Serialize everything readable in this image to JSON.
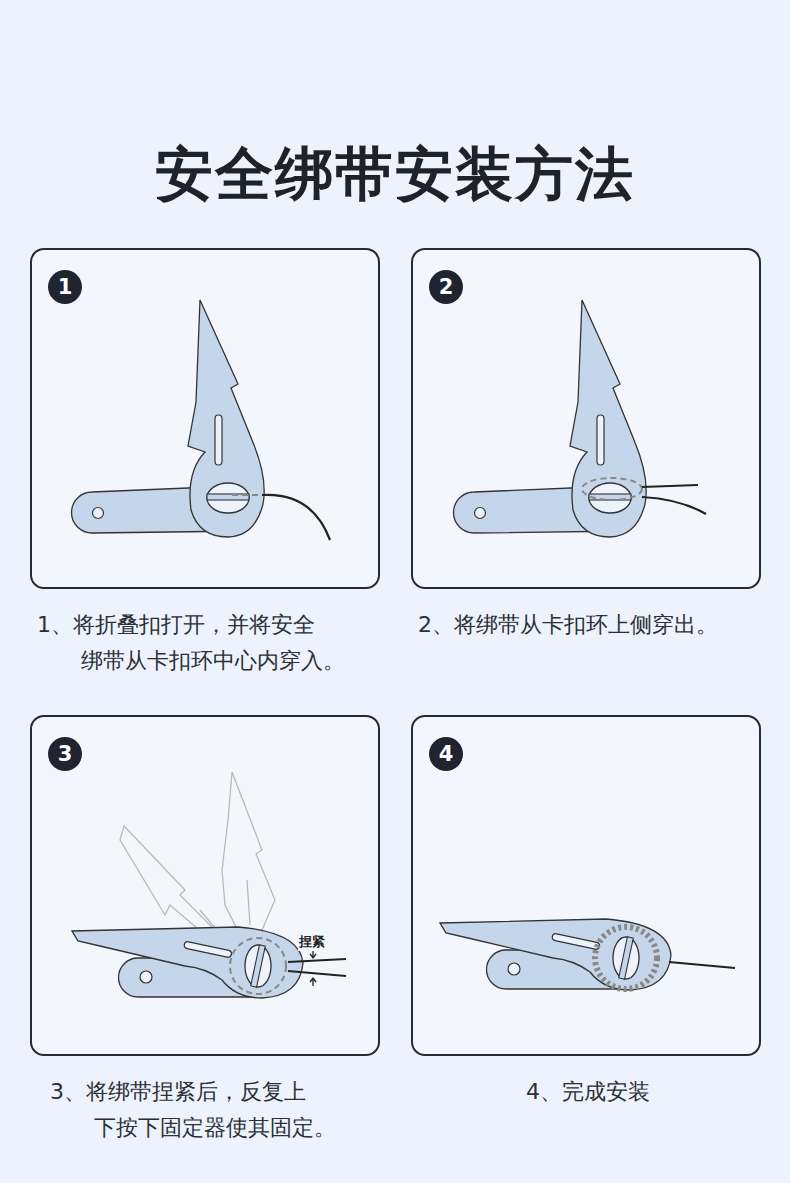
{
  "diagram": {
    "title": "安全绑带安装方法",
    "nodes": [
      {
        "text": [
          "1",
          "1、将折叠扣打开，并将安全 绑带从卡扣环中心内穿入。"
        ]
      },
      {
        "text": [
          "2",
          "2、将绑带从卡扣环上侧穿出。"
        ]
      },
      {
        "text": [
          "3",
          "3、将绑带捏紧后，反复上 下按下固定器使其固定。"
        ]
      },
      {
        "text": [
          "4",
          "4、完成安装"
        ]
      }
    ],
    "labels": [
      "捏紧"
    ]
  }
}
